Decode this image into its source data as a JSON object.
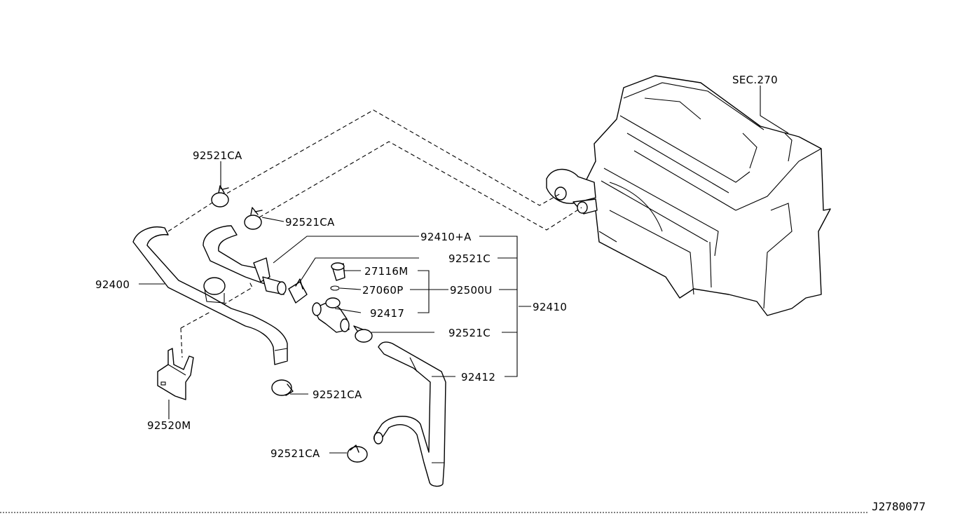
{
  "labels": {
    "sec_ref": "SEC.270",
    "p92521CA_top": "92521CA",
    "p92521CA_upper_mid": "92521CA",
    "p92410A": "92410+A",
    "p92521C_upper": "92521C",
    "p27116M": "27116M",
    "p27060P": "27060P",
    "p92500U": "92500U",
    "p92417": "92417",
    "p92400": "92400",
    "p92410": "92410",
    "p92521C_lower": "92521C",
    "p92412": "92412",
    "p92521CA_mid": "92521CA",
    "p92520M": "92520M",
    "p92521CA_bottom": "92521CA"
  },
  "diagram_id": "J2780077"
}
